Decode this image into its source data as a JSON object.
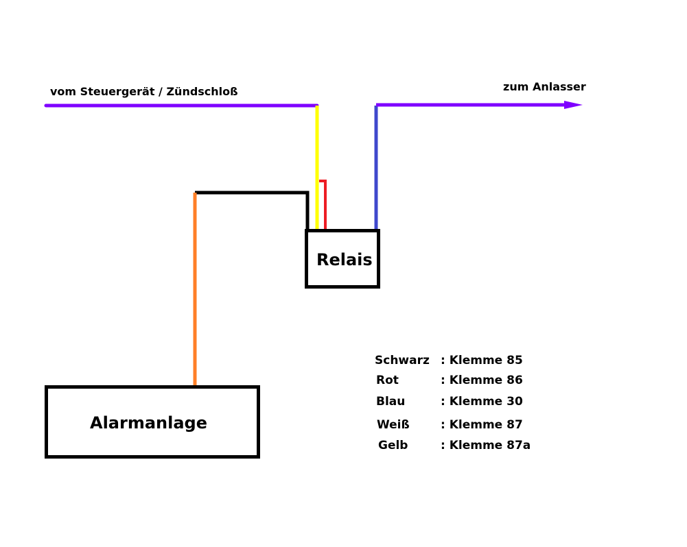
{
  "labels": {
    "source": "vom Steuergerät / Zündschloß",
    "target": "zum Anlasser",
    "relay": "Relais",
    "alarm": "Alarmanlage"
  },
  "legend": [
    {
      "color_name": "Schwarz",
      "terminal": ": Klemme 85"
    },
    {
      "color_name": "Rot",
      "terminal": ": Klemme 86"
    },
    {
      "color_name": "Blau",
      "terminal": ": Klemme 30"
    },
    {
      "color_name": "Weiß",
      "terminal": ": Klemme 87"
    },
    {
      "color_name": "Gelb",
      "terminal": ": Klemme 87a"
    }
  ],
  "wire_colors": {
    "purple": "#7f00ff",
    "yellow": "#ffff00",
    "red": "#ed1c24",
    "black": "#000000",
    "blue": "#3f48cc",
    "orange": "#ff7f27"
  }
}
